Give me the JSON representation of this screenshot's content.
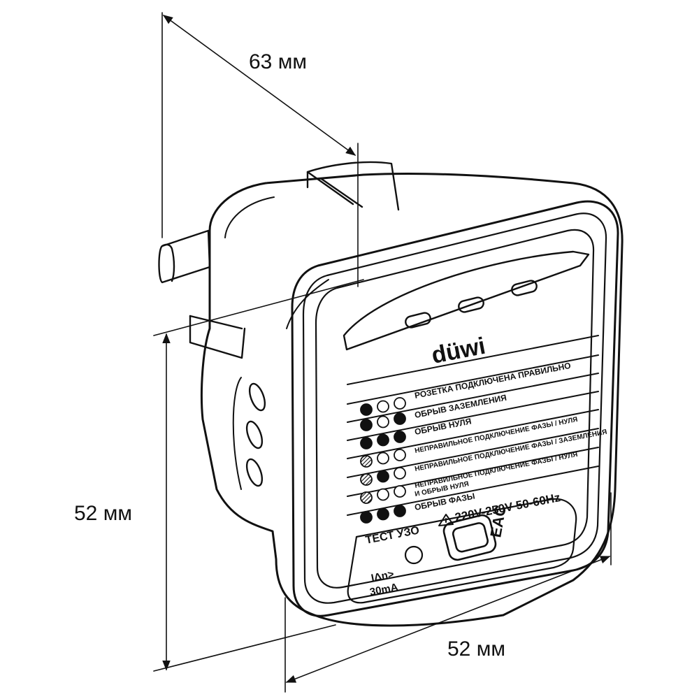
{
  "dimensions": {
    "depth": "63 мм",
    "height": "52 мм",
    "width": "52 мм"
  },
  "device": {
    "brand": "düwi",
    "voltage": "220V-250V 50-60Hz",
    "rcd_test": "ТЕСТ УЗО",
    "current_symbol": "IΔn>",
    "current_value": "30mA",
    "cert_mark": "EAC",
    "legend": [
      {
        "text": "РОЗЕТКА ПОДКЛЮЧЕНА ПРАВИЛЬНО",
        "leds": [
          "filled",
          "empty",
          "empty"
        ]
      },
      {
        "text": "ОБРЫВ ЗАЗЕМЛЕНИЯ",
        "leds": [
          "filled",
          "empty",
          "filled"
        ]
      },
      {
        "text": "ОБРЫВ НУЛЯ",
        "leds": [
          "filled",
          "filled",
          "filled"
        ]
      },
      {
        "text": "НЕПРАВИЛЬНОЕ ПОДКЛЮЧЕНИЕ ФАЗЫ / НУЛЯ",
        "leds": [
          "hatched",
          "empty",
          "empty"
        ]
      },
      {
        "text": "НЕПРАВИЛЬНОЕ ПОДКЛЮЧЕНИЕ ФАЗЫ / ЗАЗЕМЛЕНИЯ",
        "leds": [
          "hatched",
          "filled",
          "empty"
        ]
      },
      {
        "text": "НЕПРАВИЛЬНОЕ ПОДКЛЮЧЕНИЕ ФАЗЫ / НУЛЯ",
        "leds": [
          "hatched",
          "empty",
          "empty"
        ]
      },
      {
        "text": "И ОБРЫВ НУЛЯ",
        "leds": [
          "filled",
          "filled",
          "filled"
        ]
      },
      {
        "text": "ОБРЫВ ФАЗЫ",
        "leds": []
      }
    ]
  }
}
